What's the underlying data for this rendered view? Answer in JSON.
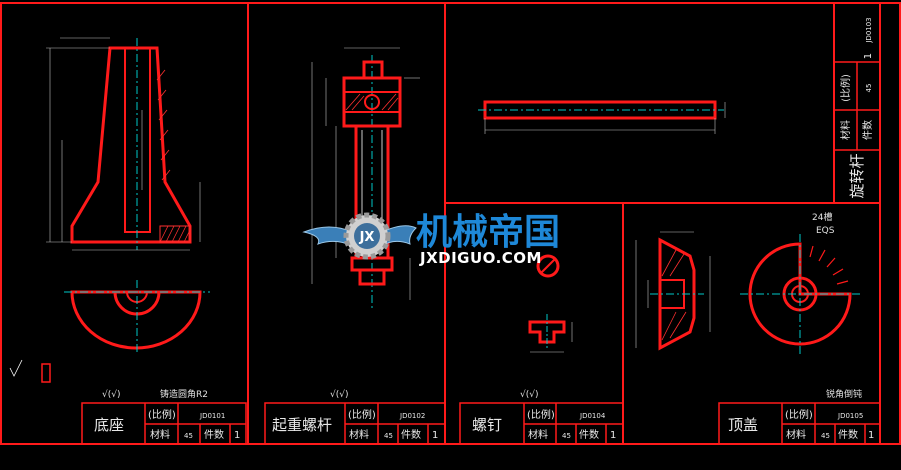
{
  "colors": {
    "background": "#000000",
    "frame": "#ff1a1a",
    "outline": "#ff1a1a",
    "thin_line": "#ffffff",
    "center_line": "#00c8c8",
    "hatch": "#ff3030",
    "dimension": "#bfbfbf",
    "watermark_blue": "#1e88d8"
  },
  "watermark": {
    "logo_letters": "JX",
    "brand_cn": "机械帝国",
    "brand_en": "JXDIGUO.COM"
  },
  "panels": {
    "base": {
      "name": "底座",
      "scale_label": "(比例)",
      "code": "JD0101",
      "material_label": "材料",
      "material": "45",
      "qty_label": "件数",
      "qty": "1",
      "note": "铸造圆角R2",
      "roughness_note": "√(√)"
    },
    "lifting_screw": {
      "name": "起重螺杆",
      "scale_label": "(比例)",
      "code": "JD0102",
      "material_label": "材料",
      "material": "45",
      "qty_label": "件数",
      "qty": "1",
      "roughness_note": "√(√)"
    },
    "screw": {
      "name": "螺钉",
      "scale_label": "(比例)",
      "code": "JD0104",
      "material_label": "材料",
      "material": "45",
      "qty_label": "件数",
      "qty": "1",
      "roughness_note": "√(√)"
    },
    "top_cap": {
      "name": "顶盖",
      "scale_label": "(比例)",
      "code": "JD0105",
      "material_label": "材料",
      "material": "45",
      "qty_label": "件数",
      "qty": "1",
      "note": "锐角倒钝",
      "groove_note": "24槽",
      "groove_sub": "EQS"
    },
    "rotary_bar": {
      "name": "旋转杆",
      "scale_label": "(比例)",
      "code": "JD0103",
      "material_label": "材料",
      "material": "45",
      "qty_label": "件数",
      "qty": "1"
    }
  }
}
